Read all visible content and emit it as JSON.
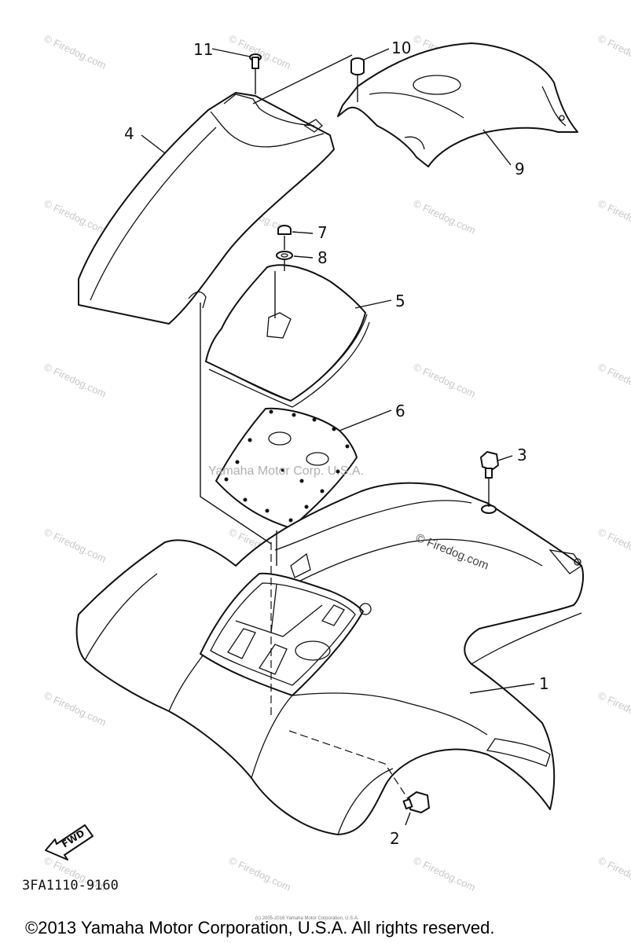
{
  "callouts": {
    "c1": "1",
    "c2": "2",
    "c3": "3",
    "c4": "4",
    "c5": "5",
    "c6": "6",
    "c7": "7",
    "c8": "8",
    "c9": "9",
    "c10": "10",
    "c11": "11"
  },
  "part_code": "3FA1110-9160",
  "fwd_label": "FWD",
  "watermarks": {
    "center": "Yamaha Motor Corp. U.S.A.",
    "firedog_mid": "© Firedog.com",
    "firedog_tile": "© Firedog.com"
  },
  "footer": {
    "copyright": "©2013 Yamaha Motor Corporation, U.S.A. All rights reserved.",
    "small_print": "(c) 2005-2016 Yamaha Motor Corporation, U.S.A."
  }
}
